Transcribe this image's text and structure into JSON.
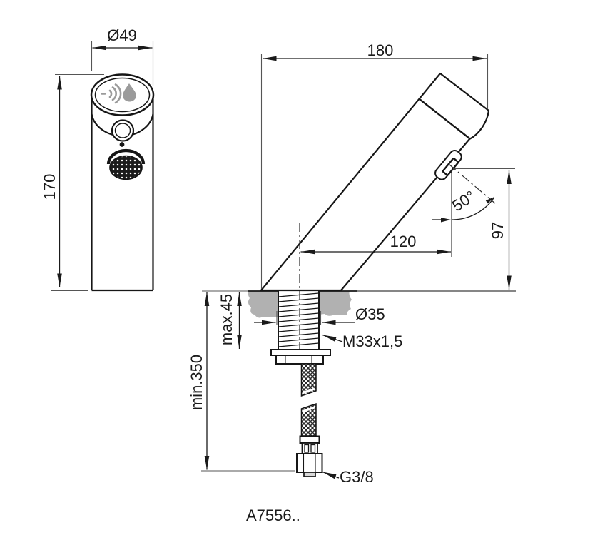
{
  "product_code": "A7556..",
  "front_view": {
    "dim_diameter": "Ø49",
    "dim_height": "170"
  },
  "side_view": {
    "dim_width": "180",
    "dim_spout_angle": "50°",
    "dim_spout_reach": "120",
    "dim_outlet_height": "97",
    "dim_mount_thickness": "max.45",
    "dim_hole_diameter": "Ø35",
    "dim_shank_thread": "M33x1,5",
    "dim_hose_length": "min.350",
    "dim_inlet_thread": "G3/8"
  },
  "icons": {
    "sensor_waves": "sensor-waves-icon",
    "water_drop": "water-drop-icon"
  },
  "colors": {
    "line": "#1a1a1a",
    "deck_section": "#b1b1b1",
    "icon_gray": "#9b9b9b"
  }
}
